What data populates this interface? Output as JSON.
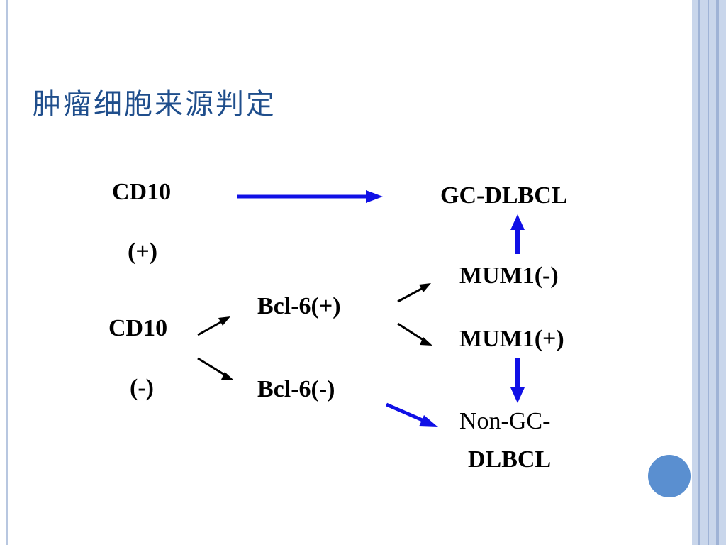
{
  "title": "肿瘤细胞来源判定",
  "nodes": {
    "cd10_pos": "CD10",
    "cd10_pos_sign": "(+)",
    "cd10_neg": "CD10",
    "cd10_neg_sign": "(-)",
    "bcl6_pos": "Bcl-6(+)",
    "bcl6_neg": "Bcl-6(-)",
    "mum1_neg": "MUM1(-)",
    "mum1_pos": "MUM1(+)",
    "gc_dlbcl": "GC-DLBCL",
    "non_gc_line1": "Non-GC-",
    "non_gc_line2": "DLBCL"
  },
  "colors": {
    "title": "#1f4e8c",
    "highlight_arrow": "#1010e6",
    "plain_arrow": "#000000",
    "dot": "#5a8fd0"
  }
}
